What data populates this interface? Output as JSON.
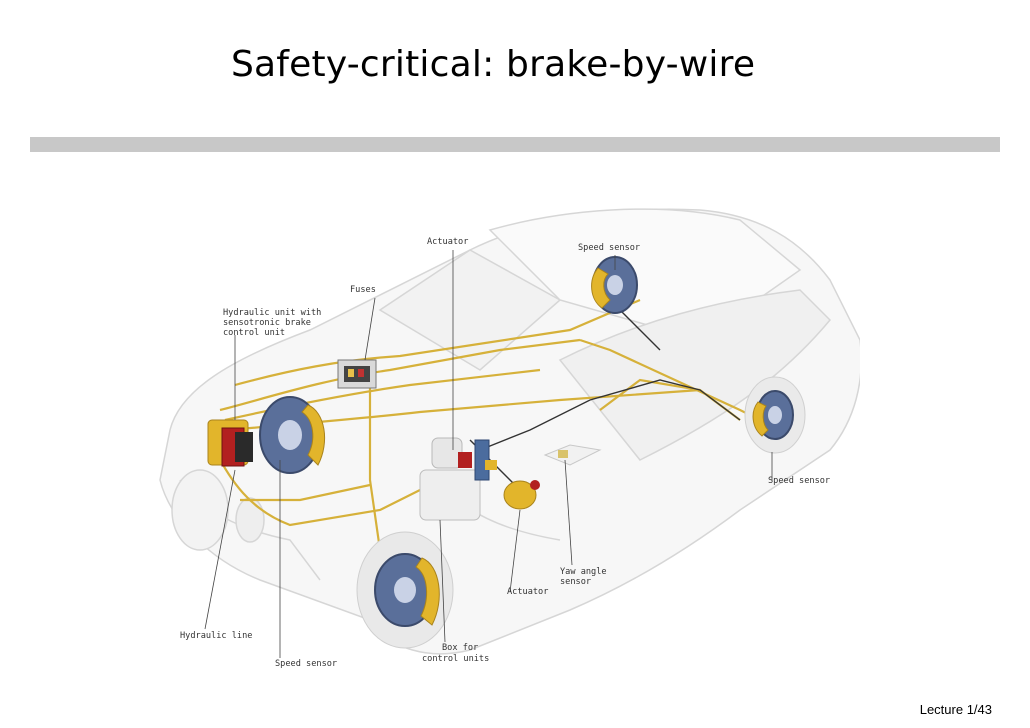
{
  "slide": {
    "title": "Safety-critical: brake-by-wire",
    "footer": "Lecture 1/43"
  },
  "diagram": {
    "labels": {
      "actuator_top": "Actuator",
      "speed_sensor_top": "Speed sensor",
      "fuses": "Fuses",
      "hydraulic_unit_1": "Hydraulic unit with",
      "hydraulic_unit_2": "sensotronic brake",
      "hydraulic_unit_3": "control unit",
      "speed_sensor_right": "Speed sensor",
      "yaw_1": "Yaw angle",
      "yaw_2": "sensor",
      "actuator_bottom": "Actuator",
      "hydraulic_line": "Hydraulic line",
      "speed_sensor_bottom": "Speed sensor",
      "box_1": "Box for",
      "box_2": "control units"
    },
    "colors": {
      "hydraulic": "#d6b13a",
      "electric": "#333333",
      "car_outline": "#d9d9d9",
      "disc": "#5a6f9a",
      "caliper": "#e2b52b"
    }
  }
}
